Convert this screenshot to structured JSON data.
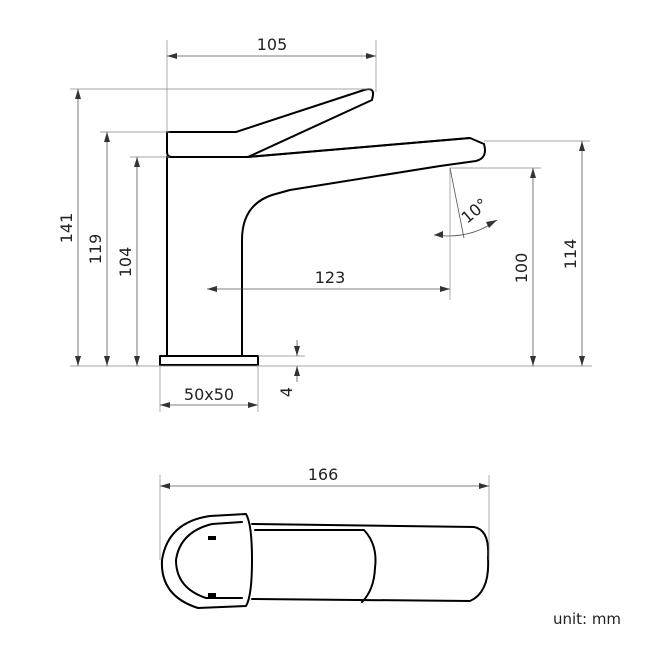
{
  "side_view": {
    "dims": {
      "top_width": "105",
      "height_total": "141",
      "height_handle": "119",
      "height_body": "104",
      "spout_reach": "123",
      "spout_height": "100",
      "spout_tip_height": "114",
      "spout_angle": "10°",
      "base_size": "50x50",
      "base_thickness": "4"
    }
  },
  "top_view": {
    "dims": {
      "overall_length": "166"
    }
  },
  "unit_label": "unit: mm",
  "colors": {
    "line": "#000000",
    "dimension": "#555555",
    "background": "#ffffff"
  }
}
